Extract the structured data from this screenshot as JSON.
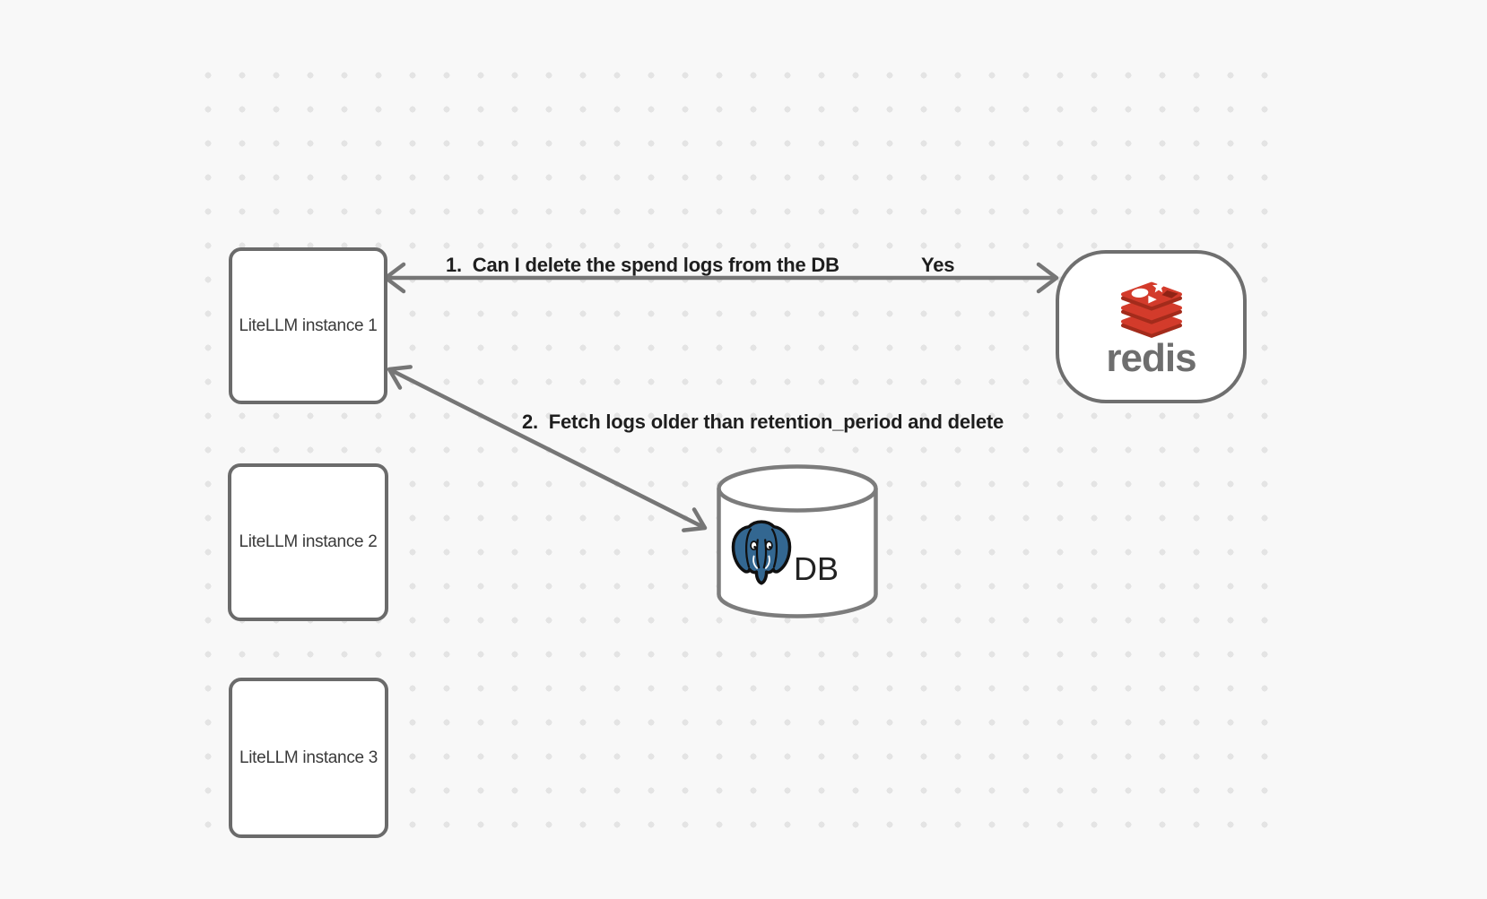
{
  "canvas": {
    "background_color": "#f8f8f8",
    "grid_dot_color": "#e4e4e4"
  },
  "nodes": {
    "instance1": {
      "label": "LiteLLM instance 1"
    },
    "instance2": {
      "label": "LiteLLM instance 2"
    },
    "instance3": {
      "label": "LiteLLM instance 3"
    },
    "redis": {
      "wordmark": "redis",
      "icon": "redis-stack-icon"
    },
    "db": {
      "label": "DB",
      "icon": "postgresql-elephant-icon",
      "shape": "cylinder"
    }
  },
  "edges": {
    "edge1": {
      "label": "1.  Can I delete the spend logs from the DB",
      "response": "Yes",
      "from": "LiteLLM instance 1",
      "to": "redis",
      "style": "double-headed-arrow"
    },
    "edge2": {
      "label": "2.  Fetch logs older than retention_period and delete",
      "from": "LiteLLM instance 1",
      "to": "DB",
      "style": "double-headed-arrow"
    }
  },
  "colors": {
    "box_border": "#6b6b6b",
    "arrow": "#767676",
    "edge_label_text": "#1e1e1e",
    "box_label_text": "#3a3a3a",
    "redis_red": "#d33b2b",
    "redis_dark_red": "#a32b1b",
    "redis_wordmark_gray": "#6e6e6e",
    "postgres_blue": "#336791",
    "db_text": "#222222"
  }
}
